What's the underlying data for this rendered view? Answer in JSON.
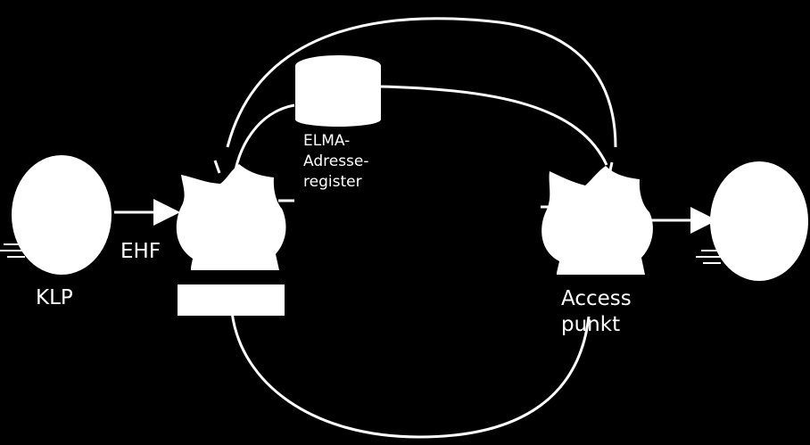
{
  "colors": {
    "background": "#000000",
    "foreground": "#ffffff"
  },
  "labels": {
    "klp": "KLP",
    "ehf": "EHF",
    "elma_line1": "ELMA-",
    "elma_line2": "Adresse-",
    "elma_line3": "register",
    "access_line1": "Access",
    "access_line2": "punkt"
  },
  "icons": {
    "left_node": "oval-node-icon",
    "right_node": "oval-node-icon",
    "database": "database-cylinder-icon",
    "access_point_left": "access-point-icon",
    "access_point_right": "access-point-icon"
  }
}
